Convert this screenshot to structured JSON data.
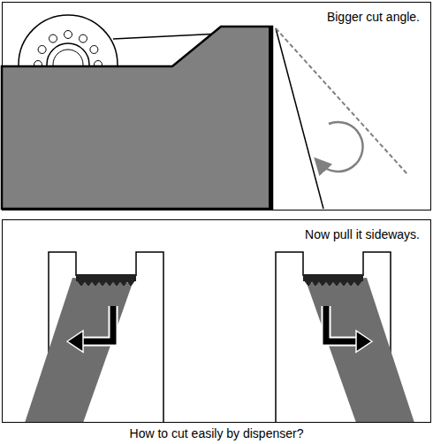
{
  "diagram": {
    "caption": "How to cut easily by dispenser?",
    "nodes": [
      {
        "text": [
          "Bigger cut angle."
        ]
      },
      {
        "text": [
          "Now pull it sideways."
        ]
      }
    ]
  }
}
